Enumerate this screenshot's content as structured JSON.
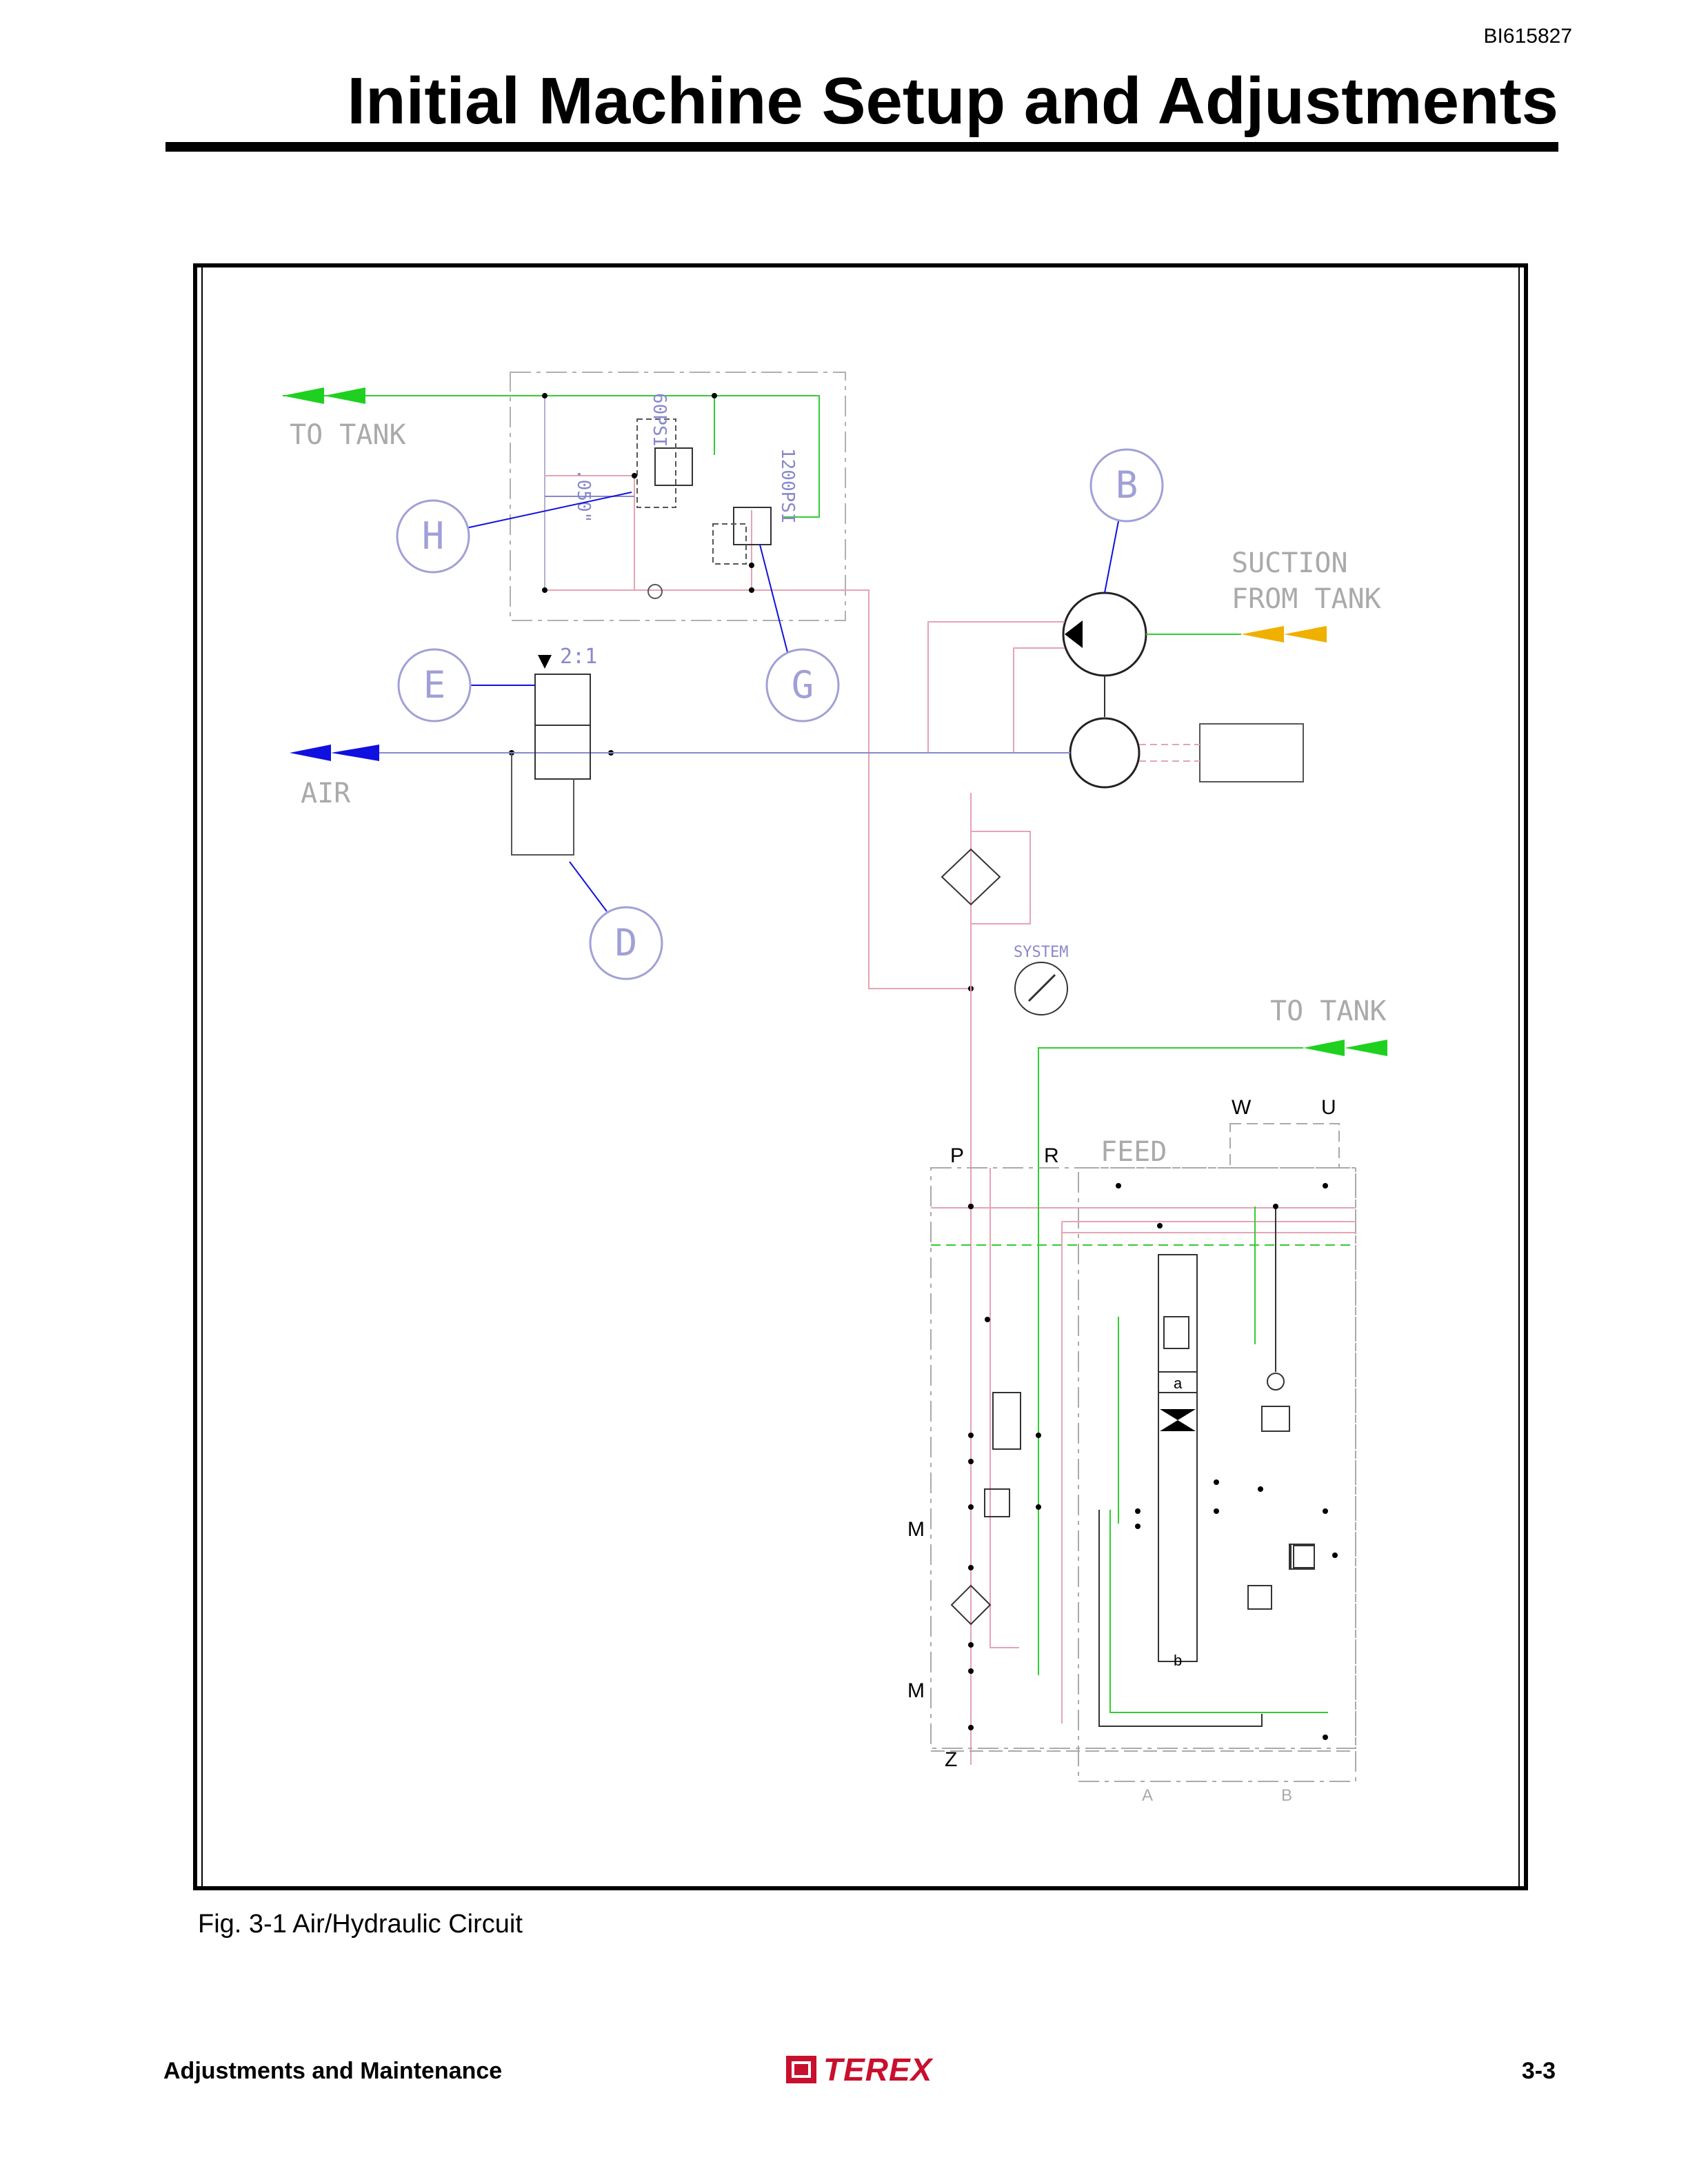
{
  "header": {
    "doc_id": "BI615827",
    "title": "Initial Machine Setup and Adjustments"
  },
  "figure": {
    "caption": "Fig. 3-1 Air/Hydraulic Circuit",
    "labels": {
      "to_tank_top": "TO TANK",
      "to_tank_right": "TO TANK",
      "suction": "SUCTION",
      "from_tank": "FROM TANK",
      "air": "AIR",
      "system": "SYSTEM",
      "feed": "FEED",
      "orifice": ".050\"",
      "psi_60": "60PSI",
      "psi_1200": "1200PSI",
      "ratio": "2:1"
    },
    "callouts": {
      "b": "B",
      "h": "H",
      "e": "E",
      "g": "G",
      "d": "D"
    },
    "ports": {
      "w": "W",
      "u": "U",
      "p": "P",
      "r": "R",
      "m1": "M",
      "m2": "M",
      "z": "Z",
      "a_small": "a",
      "b_small": "b",
      "a_port": "A",
      "b_port": "B"
    },
    "colors": {
      "green_line": "#33cc33",
      "pink_line": "#e6a3b3",
      "blue_line": "#8888cc",
      "callout": "#a0a0d8",
      "arrow_blue": "#1010e0",
      "arrow_yellow": "#f0b000",
      "arrow_green": "#20d020"
    }
  },
  "footer": {
    "left": "Adjustments and Maintenance",
    "logo": "TEREX",
    "page_number": "3-3"
  }
}
